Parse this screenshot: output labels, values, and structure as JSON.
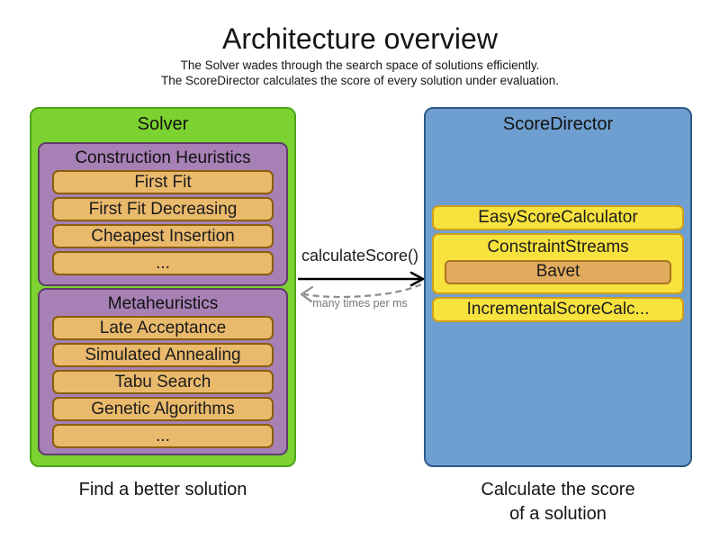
{
  "header": {
    "title": "Architecture overview",
    "subtitle_line1": "The Solver wades through the search space of solutions efficiently.",
    "subtitle_line2": "The ScoreDirector calculates the score of every solution under evaluation."
  },
  "solver": {
    "title": "Solver",
    "caption": "Find a better solution",
    "groups": [
      {
        "title": "Construction Heuristics",
        "items": [
          "First Fit",
          "First Fit Decreasing",
          "Cheapest Insertion",
          "..."
        ]
      },
      {
        "title": "Metaheuristics",
        "items": [
          "Late Acceptance",
          "Simulated Annealing",
          "Tabu Search",
          "Genetic Algorithms",
          "..."
        ]
      }
    ]
  },
  "score_director": {
    "title": "ScoreDirector",
    "caption_line1": "Calculate the score",
    "caption_line2": "of a solution",
    "calculators": [
      {
        "label": "EasyScoreCalculator"
      },
      {
        "label": "ConstraintStreams",
        "sub_items": [
          "Bavet"
        ]
      },
      {
        "label": "IncrementalScoreCalc..."
      }
    ]
  },
  "connection": {
    "call_label": "calculateScore()",
    "frequency_label": "many times per ms"
  },
  "colors": {
    "solver_fill": "#7cd230",
    "solver_border": "#4ca619",
    "group_fill": "#a780b5",
    "group_border": "#5f3d6b",
    "item_fill": "#e9b96c",
    "item_border": "#8a5f08",
    "director_fill": "#6f9fd0",
    "director_border": "#2e5a87",
    "calculator_fill": "#f7e23e",
    "calculator_border": "#cf9e1c",
    "bavet_fill": "#e1ab5e",
    "bavet_border": "#aa761b",
    "solid_arrow": "#000000",
    "dashed_arrow": "#8c8c8c"
  }
}
